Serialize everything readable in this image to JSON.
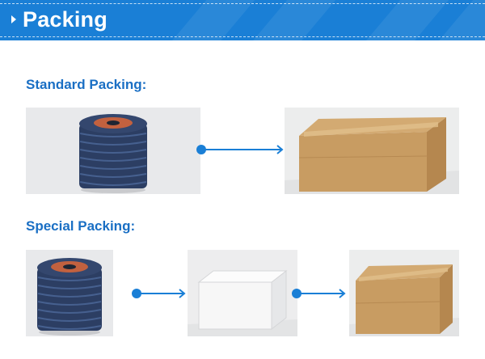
{
  "header": {
    "title": "Packing",
    "accent_color": "#1a7fd6"
  },
  "sections": [
    {
      "heading": "Standard Packing:",
      "steps": [
        {
          "image": "flap-disc-stack-photo"
        },
        {
          "image": "carton-box-photo"
        }
      ]
    },
    {
      "heading": "Special Packing:",
      "steps": [
        {
          "image": "flap-disc-stack-photo"
        },
        {
          "image": "white-box-photo"
        },
        {
          "image": "carton-box-photo"
        }
      ]
    }
  ],
  "colors": {
    "heading": "#1a6fc4",
    "arrow": "#1a7fd6",
    "kraft": "#c89c62"
  }
}
